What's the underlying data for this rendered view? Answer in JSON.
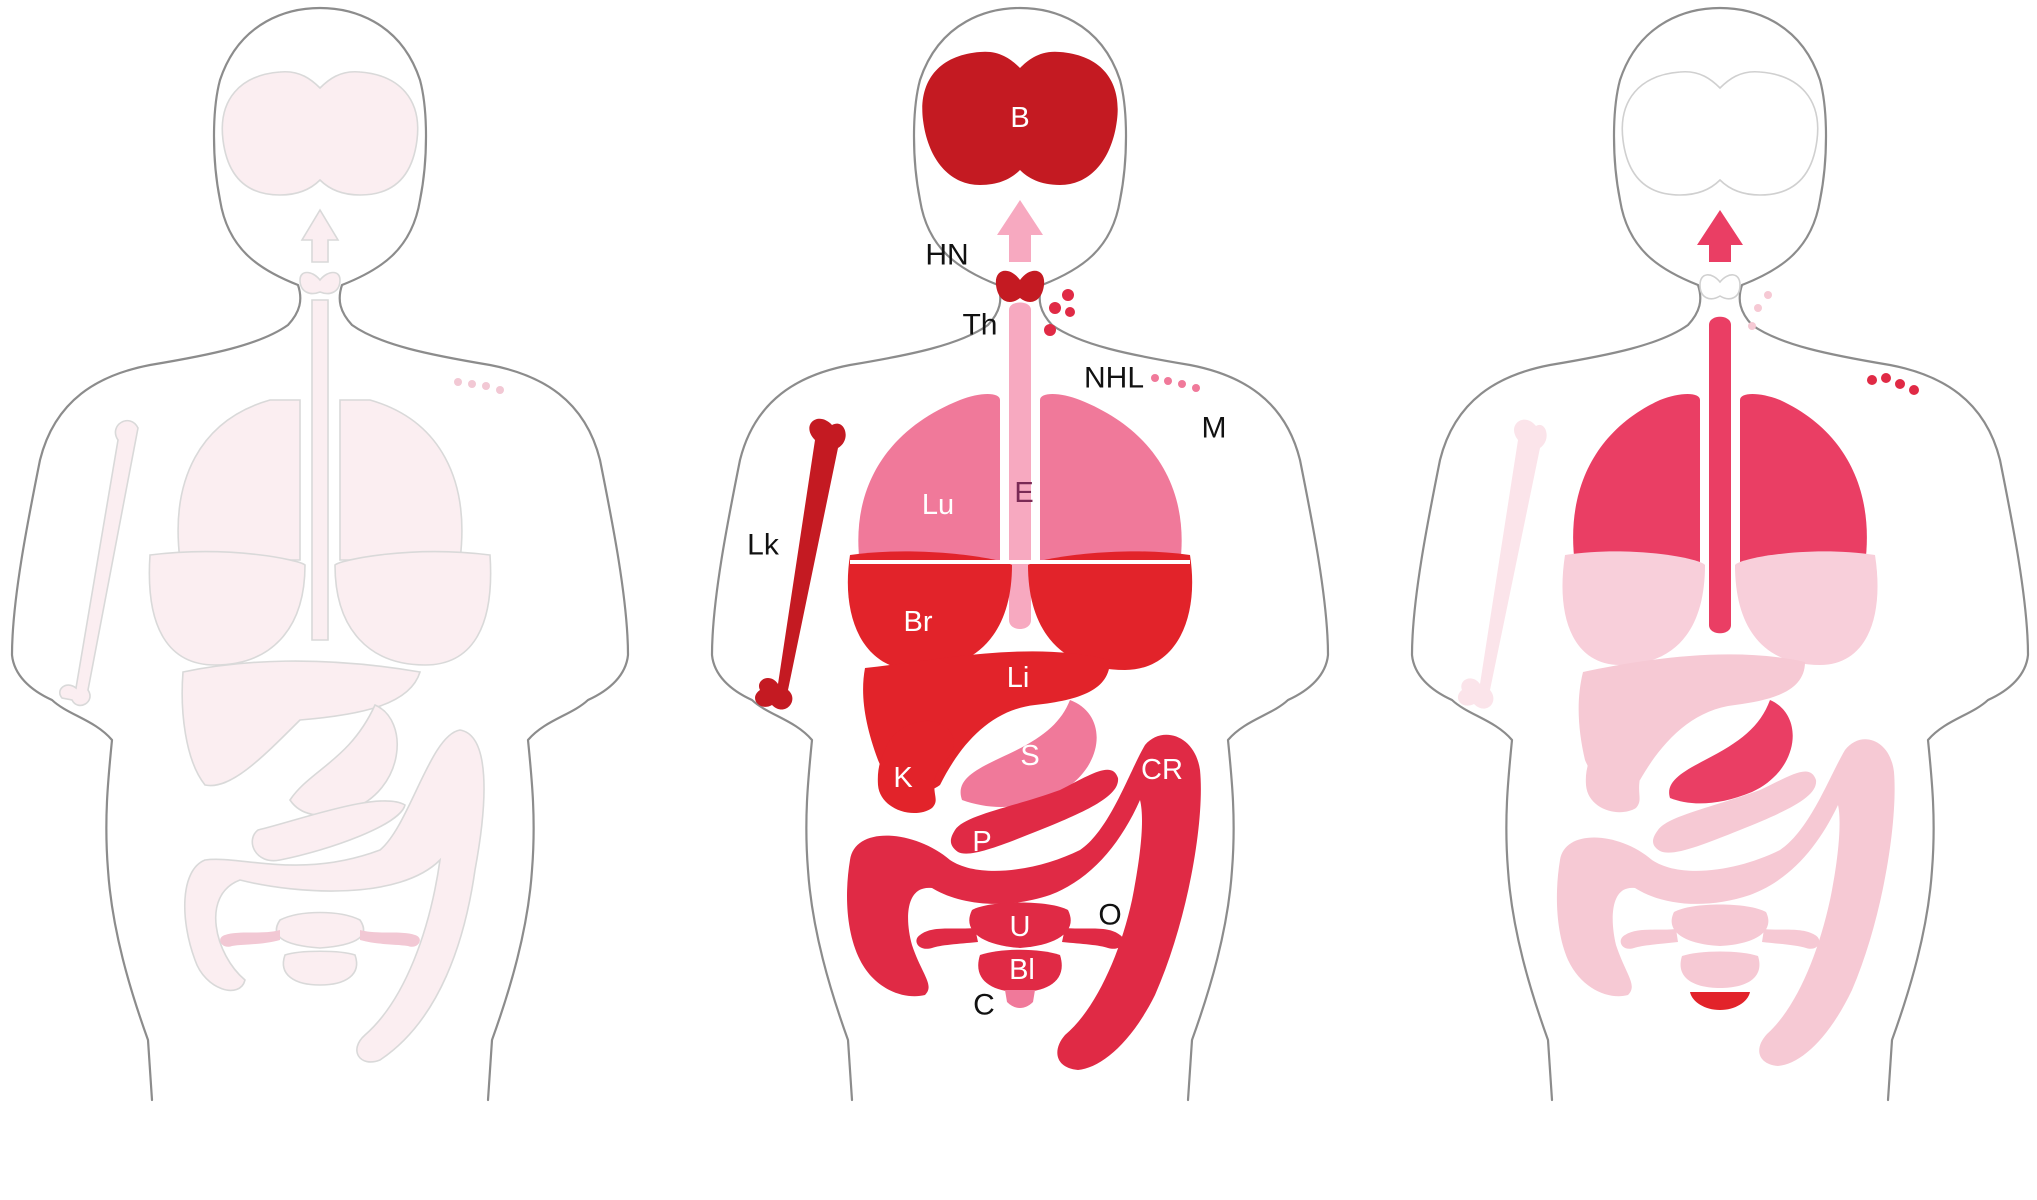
{
  "palette": {
    "outline": "#8c8c8c",
    "dark_red": "#c41a22",
    "red": "#e2232a",
    "crimson": "#df2f45",
    "pink": "#f0799a",
    "light_pink": "#f7a9c0",
    "pale_pink": "#f6c9d4",
    "faint_pink": "#fbeaee",
    "hot_pink": "#ea3e64"
  },
  "figures": [
    {
      "id": "left",
      "style": "faint"
    },
    {
      "id": "center",
      "style": "labeled"
    },
    {
      "id": "right",
      "style": "partial"
    }
  ],
  "labels": {
    "brain": "B",
    "head_neck": "HN",
    "thyroid": "Th",
    "nhl": "NHL",
    "melanoma": "M",
    "lung": "Lu",
    "esophagus": "E",
    "leukemia": "Lk",
    "breast": "Br",
    "liver": "Li",
    "kidney": "K",
    "stomach": "S",
    "colorectal": "CR",
    "pancreas": "P",
    "ovary": "O",
    "uterus": "U",
    "bladder": "Bl",
    "cervix": "C"
  }
}
